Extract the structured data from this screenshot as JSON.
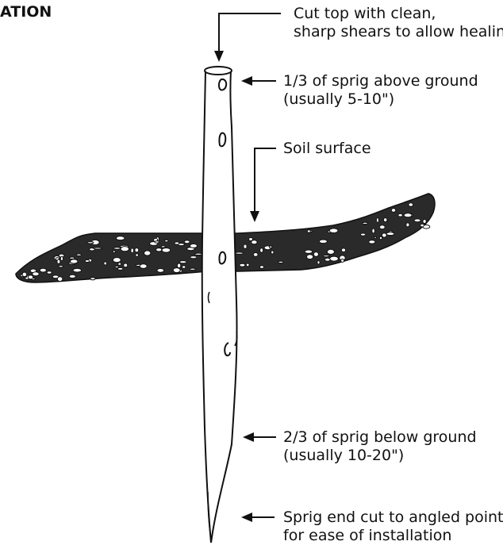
{
  "title": "ATION",
  "labels": {
    "cut_top": [
      "Cut top with clean,",
      "sharp shears to allow healing"
    ],
    "above_ground": [
      "1/3 of sprig above ground",
      "(usually 5-10\")"
    ],
    "soil_surface": [
      "Soil surface"
    ],
    "below_ground": [
      "2/3 of sprig below ground",
      "(usually 10-20\")"
    ],
    "end_cut": [
      "Sprig end cut to angled point",
      "for ease of installation"
    ]
  },
  "colors": {
    "ink": "#111111",
    "soil_fill": "#2a2a2a",
    "paper": "#ffffff"
  }
}
